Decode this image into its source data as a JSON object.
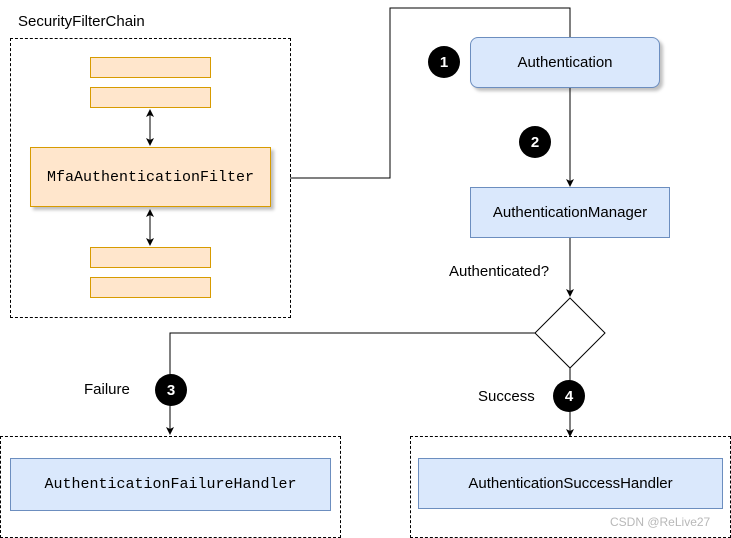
{
  "filter_chain": {
    "title": "SecurityFilterChain",
    "mfa_filter": "MfaAuthenticationFilter"
  },
  "nodes": {
    "authentication": "Authentication",
    "authentication_manager": "AuthenticationManager",
    "decision": "Authenticated?",
    "failure_handler": "AuthenticationFailureHandler",
    "success_handler": "AuthenticationSuccessHandler"
  },
  "edge_labels": {
    "failure": "Failure",
    "success": "Success"
  },
  "steps": [
    "1",
    "2",
    "3",
    "4"
  ],
  "colors": {
    "filter_fill": "#ffe6cc",
    "filter_stroke": "#d79b00",
    "node_fill": "#dae8fc",
    "node_stroke": "#6c8ebf",
    "step_badge": "#000000"
  },
  "watermark": "CSDN @ReLive27"
}
